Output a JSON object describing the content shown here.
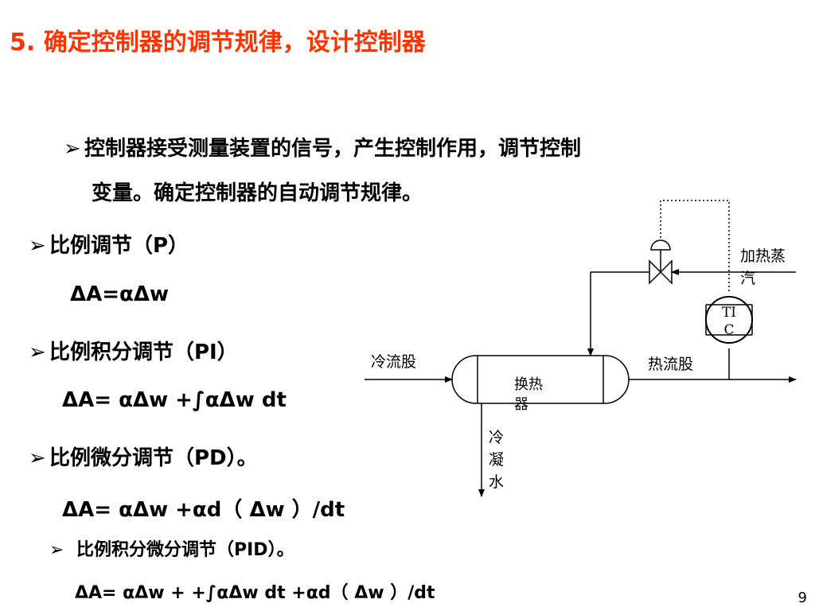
{
  "slide": {
    "title": "5. 确定控制器的调节规律，设计控制器",
    "page_number": "9"
  },
  "content": {
    "bullet_arrow": "➢",
    "intro_line1": "控制器接受测量装置的信号，产生控制作用，调节控制",
    "intro_line2": "变量。确定控制器的自动调节规律。",
    "p_label": "比例调节（P）",
    "p_formula": "ΔA=αΔw",
    "pi_label": "比例积分调节（PI）",
    "pi_formula": "ΔA= αΔw +∫αΔw dt",
    "pd_label": "比例微分调节（PD）。",
    "pd_formula": "ΔA= αΔw +αd（ Δw ）/dt",
    "pid_label": "比例积分微分调节（PID）。",
    "pid_formula": "ΔA= αΔw + +∫αΔw dt +αd（ Δw ）/dt"
  },
  "diagram": {
    "steam_label_1": "加热蒸",
    "steam_label_2": "汽",
    "controller_label_1": "TI",
    "controller_label_2": "C",
    "cold_stream": "冷流股",
    "hot_stream": "热流股",
    "exchanger_label_1": "换热",
    "exchanger_label_2": "器",
    "condensate_1": "冷",
    "condensate_2": "凝",
    "condensate_3": "水"
  }
}
